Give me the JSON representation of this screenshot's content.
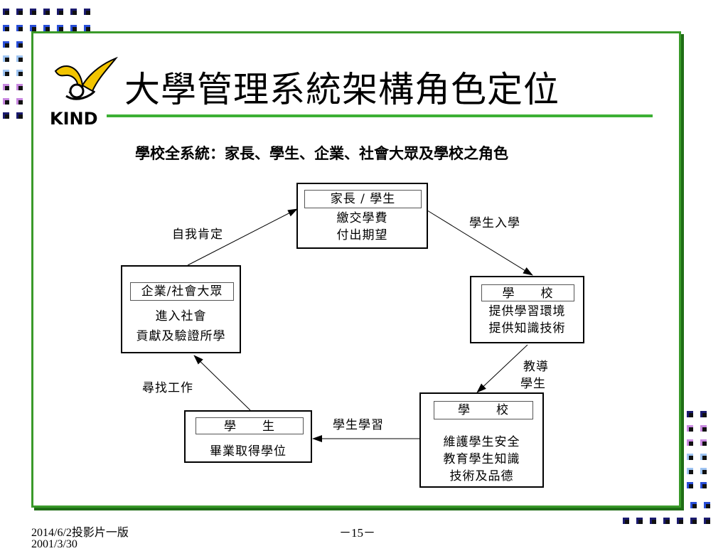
{
  "slide": {
    "title": "大學管理系統架構角色定位",
    "subtitle": "學校全系統：家長、學生、企業、社會大眾及學校之角色",
    "logo_text": "KIND"
  },
  "diagram": {
    "parents": {
      "header": "家長 / 學生",
      "lines": [
        "繳交學費",
        "付出期望"
      ]
    },
    "school_env": {
      "header": "學　　校",
      "lines": [
        "提供學習環境",
        "提供知識技術"
      ]
    },
    "school_care": {
      "header": "學　　校",
      "lines": [
        "維護學生安全",
        "教育學生知識",
        "技術及品德"
      ]
    },
    "student": {
      "header": "學　　生",
      "lines": [
        "畢業取得學位"
      ]
    },
    "enterprise": {
      "header": "企業/社會大眾",
      "lines": [
        "進入社會",
        "貢獻及驗證所學"
      ]
    },
    "labels": {
      "enroll": "學生入學",
      "teach_1": "教導",
      "teach_2": "學生",
      "learn": "學生學習",
      "find_job": "尋找工作",
      "self_affirm": "自我肯定"
    }
  },
  "footer": {
    "date_line": "2014/6/2投影片一版",
    "date_line_2": "2001/3/30",
    "page": "－15－"
  },
  "colors": {
    "frame_green": "#3a9a2a",
    "rule_green": "#3cb034",
    "logo_yellow": "#f2c400",
    "dot_navy": "#1a1a6e",
    "dot_blue": "#2a4fd8",
    "dot_lightblue": "#9ec4f2",
    "dot_pink": "#c888e0"
  }
}
